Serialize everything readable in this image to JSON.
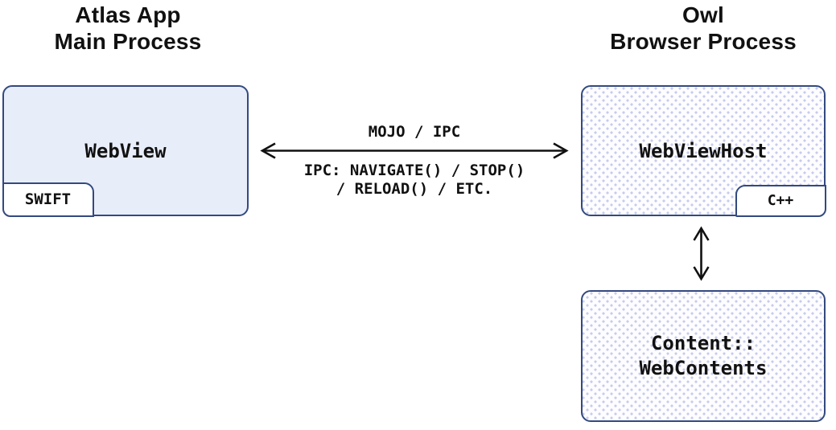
{
  "titles": {
    "left": {
      "line1": "Atlas App",
      "line2": "Main Process"
    },
    "right": {
      "line1": "Owl",
      "line2": "Browser Process"
    }
  },
  "boxes": {
    "webview": {
      "label": "WebView",
      "tag": "SWIFT"
    },
    "webviewhost": {
      "label": "WebViewHost",
      "tag": "C++"
    },
    "webcontents": {
      "line1": "Content::",
      "line2": "WebContents"
    }
  },
  "arrows": {
    "horizontal": {
      "label_above": "MOJO / IPC",
      "label_below_line1": "IPC: NAVIGATE() / STOP()",
      "label_below_line2": "/ RELOAD() / ETC."
    }
  },
  "colors": {
    "box_border": "#33497f",
    "webview_fill": "#e8edfa",
    "dot_fill": "#c7cbec",
    "arrow": "#111111",
    "text": "#111111"
  }
}
